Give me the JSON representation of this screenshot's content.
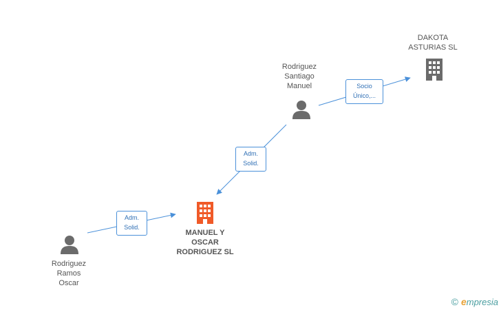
{
  "nodes": {
    "dakota": {
      "label": "DAKOTA\nASTURIAS SL",
      "icon": "building-icon",
      "color": "#6b6b6b"
    },
    "santiago": {
      "label": "Rodriguez\nSantiago\nManuel",
      "icon": "person-icon",
      "color": "#6b6b6b"
    },
    "manuel_oscar": {
      "label": "MANUEL Y\nOSCAR\nRODRIGUEZ SL",
      "icon": "building-icon",
      "color": "#f05a28"
    },
    "ramos": {
      "label": "Rodriguez\nRamos\nOscar",
      "icon": "person-icon",
      "color": "#6b6b6b"
    }
  },
  "edges": {
    "santiago_to_dakota": {
      "label": "Socio\nÚnico,..."
    },
    "santiago_to_company": {
      "label": "Adm.\nSolid."
    },
    "ramos_to_company": {
      "label": "Adm.\nSolid."
    }
  },
  "footer": {
    "copyright_symbol": "©",
    "brand_initial": "e",
    "brand_rest": "mpresia"
  },
  "colors": {
    "edge": "#4a90d9"
  }
}
